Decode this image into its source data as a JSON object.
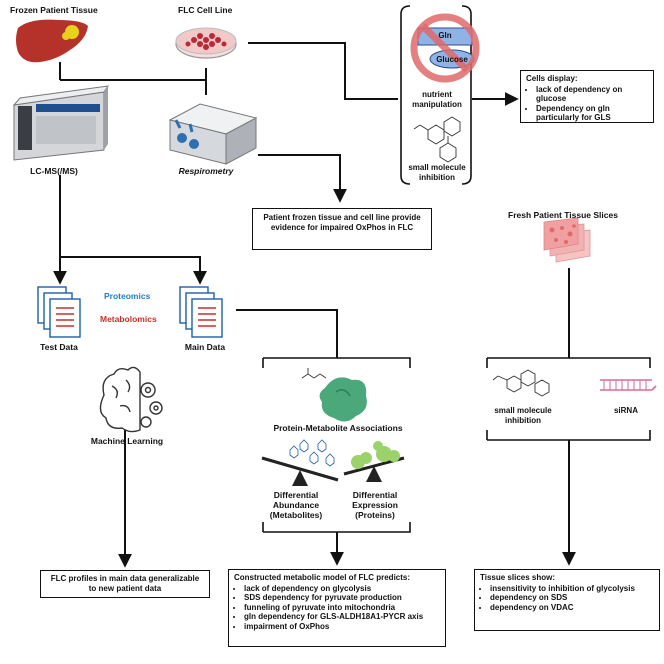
{
  "labels": {
    "frozen_tissue": "Frozen Patient Tissue",
    "flc_cell_line": "FLC Cell Line",
    "lcms": "LC-MS(/MS)",
    "respirometry": "Respirometry",
    "gln": "Gln",
    "glucose": "Glucose",
    "nutrient_manipulation": "nutrient manipulation",
    "small_molecule_inhibition": "small molecule inhibition",
    "proteomics": "Proteomics",
    "metabolomics": "Metabolomics",
    "test_data": "Test Data",
    "main_data": "Main Data",
    "machine_learning": "Machine Learning",
    "protein_metabolite": "Protein-Metabolite Associations",
    "diff_abundance": "Differential Abundance (Metabolites)",
    "diff_expression": "Differential Expression (Proteins)",
    "fresh_slices": "Fresh Patient Tissue Slices",
    "slice_small_molecule": "small molecule inhibition",
    "sirna": "siRNA"
  },
  "boxes": {
    "cells_display": {
      "title": "Cells display:",
      "items": [
        "lack of dependency on glucose",
        "Dependency on gln particularly for GLS"
      ]
    },
    "evidence": {
      "text": "Patient frozen tissue and cell line provide evidence for impaired OxPhos in FLC"
    },
    "flc_profiles": {
      "text": "FLC profiles in main data generalizable to new patient data"
    },
    "model": {
      "title": "Constructed metabolic model of FLC predicts:",
      "items": [
        "lack of dependency on glycolysis",
        "SDS dependency for pyruvate production",
        "funneling of pyruvate into mitochondria",
        "gln dependency for GLS-ALDH18A1-PYCR axis",
        "impairment of OxPhos"
      ]
    },
    "slices_show": {
      "title": "Tissue slices show:",
      "items": [
        "insensitivity to inhibition of glycolysis",
        "dependency on SDS",
        "dependency on VDAC"
      ]
    }
  },
  "colors": {
    "liver": "#b5322a",
    "tumor": "#e6d21a",
    "petri": "#f2c9c9",
    "cells": "#b82a36",
    "no_sign": "#e06a6a",
    "gln_box": "#8fb3e6",
    "glucose_oval": "#8fb3e6",
    "proteomics": "#1d7fc4",
    "metabolomics": "#c7302a",
    "protein_blob": "#4aa87a",
    "protein_balls": "#9bd36a",
    "tissue_slice": "#f0a0a0",
    "sirna": "#d86a9a"
  },
  "icons": [
    "liver-icon",
    "petri-dish-icon",
    "mass-spectrometer-icon",
    "respirometer-icon",
    "no-sign-icon",
    "molecule-structure-icon",
    "document-stack-icon",
    "brain-gears-icon",
    "protein-icon",
    "seesaw-icon",
    "tissue-slices-icon",
    "sirna-icon"
  ]
}
